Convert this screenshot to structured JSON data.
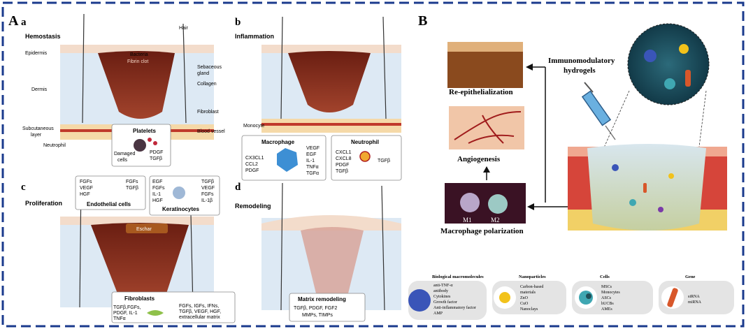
{
  "panel_A": {
    "letter": "A",
    "a": {
      "letter": "a",
      "title": "Hemostasis",
      "labels": {
        "epidermis": "Epidermis",
        "dermis": "Dermis",
        "subcutaneous_line1": "Subcutaneous",
        "subcutaneous_line2": "layer",
        "bacteria": "Bacteria",
        "hair": "Hair",
        "sebaceous_line1": "Sebaceous",
        "sebaceous_line2": "gland",
        "collagen": "Collagen",
        "fibrin_clot": "Fibrin clot",
        "fibroblast": "Fibroblast",
        "blood_vessel": "Blood vessel",
        "neutrophil": "Neutrophil",
        "platelets": "Platelets",
        "damaged_line1": "Damaged",
        "damaged_line2": "cells",
        "pdgf": "PDGF",
        "tgfb": "TGFβ"
      }
    },
    "b": {
      "letter": "b",
      "title": "Inflammation",
      "labels": {
        "monocyte": "Monocyte",
        "macrophage": "Macrophage",
        "mac_left": [
          "CX3CL1",
          "CCL2",
          "PDGF"
        ],
        "mac_right": [
          "VEGF",
          "EGF",
          "IL-1",
          "TNFα",
          "TGFα"
        ],
        "neutrophil": "Neutrophil",
        "neu_left": [
          "CXCL1",
          "CXCL8",
          "PDGF",
          "TGFβ"
        ],
        "neu_right": "TGFβ"
      }
    },
    "c": {
      "letter": "c",
      "title": "Proliferation",
      "labels": {
        "endo_left": [
          "FGFs",
          "VEGF",
          "HGF"
        ],
        "endo_right": [
          "FGFs",
          "TGFβ"
        ],
        "endothelial": "Endothelial cells",
        "kera_left": [
          "EGF",
          "FGFs",
          "IL-1",
          "HGF"
        ],
        "kera_right": [
          "TGFβ",
          "VEGF",
          "FGFs",
          "IL-1β"
        ],
        "keratinocytes": "Keratinocytes",
        "eschar": "Eschar",
        "fibroblasts": "Fibroblasts",
        "fib_left": [
          "TGFβ,FGFs,",
          "PDGF, IL-1",
          "TNFα"
        ],
        "fib_right": [
          "FGFs, IGFs, IFNs,",
          "TGFβ, VEGF, HGF,",
          "extracellular matrix"
        ]
      }
    },
    "d": {
      "letter": "d",
      "title": "Remodeling",
      "labels": {
        "matrix": "Matrix remodeling",
        "matrix_lines": [
          "TGFβ, PDGF, FGF2",
          "MMPs, TIMPs"
        ]
      }
    }
  },
  "panel_B": {
    "letter": "B",
    "re_epithelialization": "Re-epithelialization",
    "angiogenesis": "Angiogenesis",
    "macrophage_polarization": "Macrophage polarization",
    "m1": "M1",
    "m2": "M2",
    "hydrogel_line1": "Immunomodulatory",
    "hydrogel_line2": "hydrogels",
    "categories": [
      {
        "title": "Biological macromolecules",
        "items": [
          "anti-TNF-α",
          "antibody",
          "Cytokines",
          "Growth factor",
          "Anti-inflammatory factor",
          "AMP"
        ],
        "color": "#3a55b8"
      },
      {
        "title": "Nanoparticles",
        "items": [
          "Carbon-based",
          "materials",
          "ZnO",
          "CuO",
          "Nanoclays"
        ],
        "color": "#f2c21b"
      },
      {
        "title": "Cells",
        "items": [
          "MSCs",
          "Monocytes",
          "ASCs",
          "hUCBs",
          "AMEs"
        ],
        "color": "#3fa7b2"
      },
      {
        "title": "Gene",
        "items": [
          "siRNA",
          "miRNA"
        ],
        "color": "#d8572a"
      }
    ]
  },
  "colors": {
    "border": "#1a3a8c",
    "wound": "#8a2a1c",
    "skin": "#f3dccb",
    "dermis": "#dde9f4"
  }
}
